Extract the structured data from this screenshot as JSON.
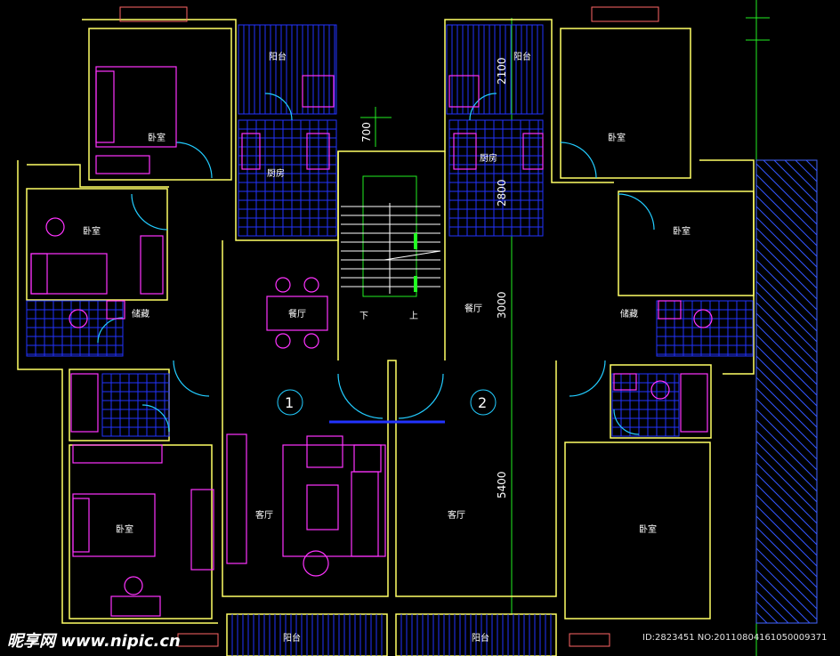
{
  "rooms": {
    "balcony_tl": "阳台",
    "balcony_tr": "阳台",
    "balcony_bl": "阳台",
    "balcony_br": "阳台",
    "bedroom_tl": "卧室",
    "bedroom_l": "卧室",
    "bedroom_bl": "卧室",
    "bedroom_tr": "卧室",
    "bedroom_r": "卧室",
    "bedroom_br": "卧室",
    "kitchen_l": "厨房",
    "kitchen_r": "厨房",
    "storage_l": "储藏",
    "storage_r": "储藏",
    "dining_l": "餐厅",
    "dining_r": "餐厅",
    "living_l": "客厅",
    "living_r": "客厅",
    "stair_down": "下",
    "stair_up": "上"
  },
  "dimensions": {
    "d1": "2100",
    "d2": "700",
    "d3": "2800",
    "d4": "3000",
    "d5": "5400"
  },
  "unit_marks": {
    "unit1": "1",
    "unit2": "2"
  },
  "watermark": {
    "logo": "昵享网 www.nipic.cn",
    "id": "ID:2823451 NO:20110804161050009371"
  },
  "colors": {
    "wall": "#ffff66",
    "furniture": "#ff33ff",
    "tile": "#2233ff",
    "door": "#22ccff",
    "axis": "#22ff22",
    "text": "#ffffff"
  }
}
